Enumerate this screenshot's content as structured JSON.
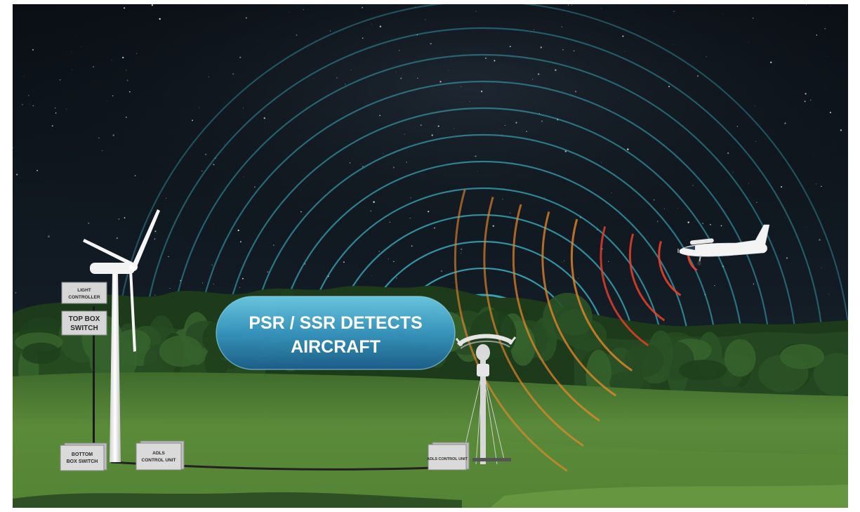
{
  "callout": {
    "line1": "PSR / SSR DETECTS",
    "line2": "AIRCRAFT"
  },
  "boxes": {
    "light_controller": [
      "LIGHT",
      "CONTROLLER"
    ],
    "top_box_switch": [
      "TOP BOX",
      "SWITCH"
    ],
    "bottom_box_switch": [
      "BOTTOM",
      "BOX SWITCH"
    ],
    "adls_control_unit_left": [
      "ADLS",
      "CONTROL UNIT"
    ],
    "adls_control_unit_right": [
      "ADLS CONTROL UNIT"
    ]
  },
  "colors": {
    "sky_top": "#0b1118",
    "sky_bottom": "#1a2430",
    "grass_light": "#5f8e3c",
    "grass_dark": "#2f5a22",
    "tree_dark": "#1f3d1c",
    "wave_cyan": "#3fb8c9",
    "wave_red": "#e8402a",
    "wave_orange": "#f08a2a",
    "pill_top": "#5bc2e0",
    "pill_bottom": "#1f6f9f",
    "box_face": "#d9d9d9"
  },
  "icons": {
    "turbine": "wind-turbine-icon",
    "radar": "radar-antenna-icon",
    "aircraft": "airplane-icon"
  }
}
